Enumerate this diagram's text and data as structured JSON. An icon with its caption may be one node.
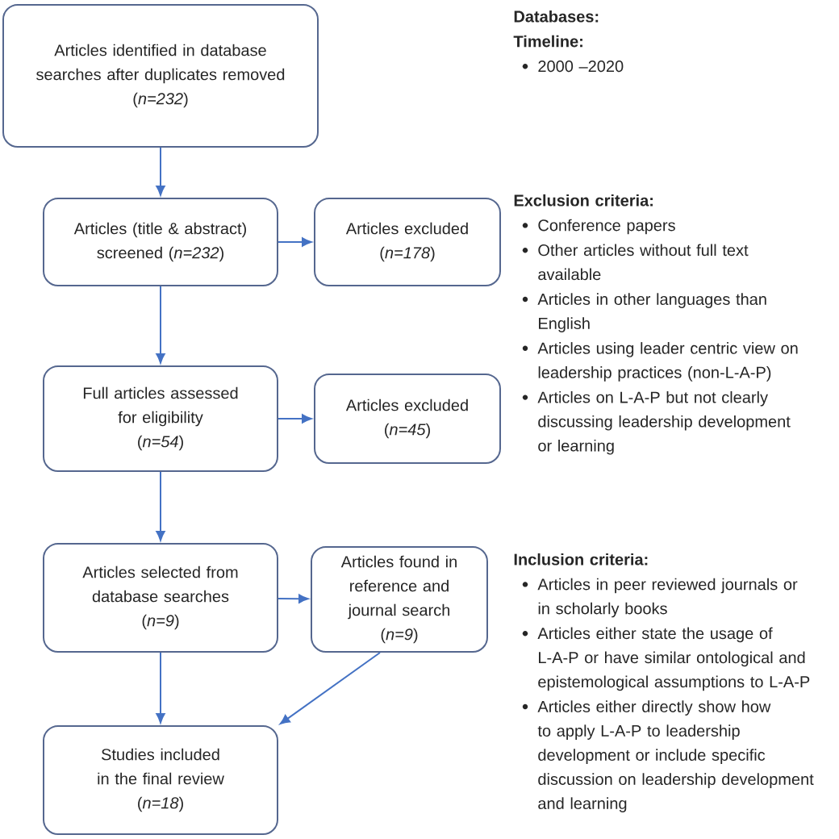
{
  "diagram": {
    "nodes": [
      {
        "text": [
          "Articles identified in database searches after duplicates removed",
          "(*n=232*)"
        ]
      },
      {
        "text": [
          "Articles (title & abstract) screened (*n=232*)"
        ]
      },
      {
        "text": [
          "Articles excluded",
          "(*n=178*)"
        ]
      },
      {
        "text": [
          "Full articles assessed for eligibility",
          "(*n=54*)"
        ]
      },
      {
        "text": [
          "Articles excluded",
          "(*n=45*)"
        ]
      },
      {
        "text": [
          "Articles selected from database searches",
          "(*n=9*)"
        ]
      },
      {
        "text": [
          "Articles found in reference and journal search",
          "(*n=9*)"
        ]
      },
      {
        "text": [
          "Studies included in the final review",
          "(*n=18*)"
        ]
      }
    ],
    "edges": [
      {
        "from": 0,
        "to": 1,
        "arrow": "to"
      },
      {
        "from": 1,
        "to": 2,
        "arrow": "to"
      },
      {
        "from": 1,
        "to": 3,
        "arrow": "to"
      },
      {
        "from": 3,
        "to": 4,
        "arrow": "to"
      },
      {
        "from": 3,
        "to": 5,
        "arrow": "to"
      },
      {
        "from": 5,
        "to": 6,
        "arrow": "to"
      },
      {
        "from": 5,
        "to": 7,
        "arrow": "to"
      },
      {
        "from": 6,
        "to": 7,
        "arrow": "to"
      }
    ],
    "labels": [
      "Databases:",
      "Timeline:",
      "2000 –2020",
      "Exclusion criteria:",
      "Conference papers",
      "Other articles without full text available",
      "Articles in other languages than English",
      "Articles using leader centric view on leadership practices (non-L-A-P)",
      "Articles on L-A-P but not clearly discussing leadership development or learning",
      "Inclusion criteria:",
      "Articles in peer reviewed journals or in scholarly books",
      "Articles either state the usage of L-A-P or have similar ontological and epistemological assumptions to L-A-P",
      "Articles either directly show how to apply L-A-P to leadership development or include specific discussion on leadership development and learning"
    ]
  }
}
